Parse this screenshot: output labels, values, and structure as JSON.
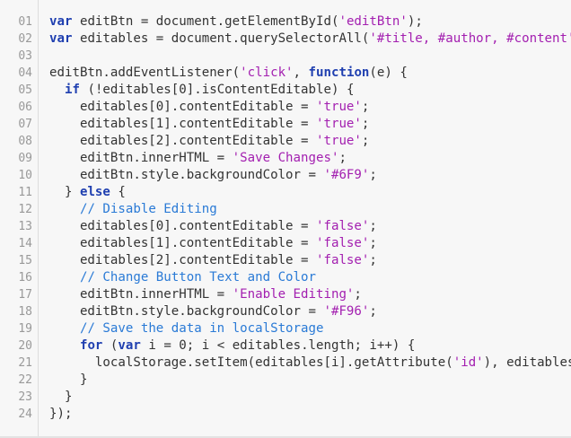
{
  "editor": {
    "lines": [
      {
        "num": "01",
        "tokens": [
          {
            "t": "kw",
            "v": "var"
          },
          {
            "t": "plain",
            "v": " editBtn = document.getElementById("
          },
          {
            "t": "str",
            "v": "'editBtn'"
          },
          {
            "t": "plain",
            "v": ");"
          }
        ]
      },
      {
        "num": "02",
        "tokens": [
          {
            "t": "kw",
            "v": "var"
          },
          {
            "t": "plain",
            "v": " editables = document.querySelectorAll("
          },
          {
            "t": "str",
            "v": "'#title, #author, #content'"
          },
          {
            "t": "plain",
            "v": ");"
          }
        ]
      },
      {
        "num": "03",
        "tokens": []
      },
      {
        "num": "04",
        "tokens": [
          {
            "t": "plain",
            "v": "editBtn.addEventListener("
          },
          {
            "t": "str",
            "v": "'click'"
          },
          {
            "t": "plain",
            "v": ", "
          },
          {
            "t": "kw",
            "v": "function"
          },
          {
            "t": "plain",
            "v": "(e) {"
          }
        ]
      },
      {
        "num": "05",
        "tokens": [
          {
            "t": "plain",
            "v": "  "
          },
          {
            "t": "kw",
            "v": "if"
          },
          {
            "t": "plain",
            "v": " (!editables[0].isContentEditable) {"
          }
        ]
      },
      {
        "num": "06",
        "tokens": [
          {
            "t": "plain",
            "v": "    editables[0].contentEditable = "
          },
          {
            "t": "str",
            "v": "'true'"
          },
          {
            "t": "plain",
            "v": ";"
          }
        ]
      },
      {
        "num": "07",
        "tokens": [
          {
            "t": "plain",
            "v": "    editables[1].contentEditable = "
          },
          {
            "t": "str",
            "v": "'true'"
          },
          {
            "t": "plain",
            "v": ";"
          }
        ]
      },
      {
        "num": "08",
        "tokens": [
          {
            "t": "plain",
            "v": "    editables[2].contentEditable = "
          },
          {
            "t": "str",
            "v": "'true'"
          },
          {
            "t": "plain",
            "v": ";"
          }
        ]
      },
      {
        "num": "09",
        "tokens": [
          {
            "t": "plain",
            "v": "    editBtn.innerHTML = "
          },
          {
            "t": "str",
            "v": "'Save Changes'"
          },
          {
            "t": "plain",
            "v": ";"
          }
        ]
      },
      {
        "num": "10",
        "tokens": [
          {
            "t": "plain",
            "v": "    editBtn.style.backgroundColor = "
          },
          {
            "t": "str",
            "v": "'#6F9'"
          },
          {
            "t": "plain",
            "v": ";"
          }
        ]
      },
      {
        "num": "11",
        "tokens": [
          {
            "t": "plain",
            "v": "  } "
          },
          {
            "t": "kw",
            "v": "else"
          },
          {
            "t": "plain",
            "v": " {"
          }
        ]
      },
      {
        "num": "12",
        "tokens": [
          {
            "t": "plain",
            "v": "    "
          },
          {
            "t": "com",
            "v": "// Disable Editing"
          }
        ]
      },
      {
        "num": "13",
        "tokens": [
          {
            "t": "plain",
            "v": "    editables[0].contentEditable = "
          },
          {
            "t": "str",
            "v": "'false'"
          },
          {
            "t": "plain",
            "v": ";"
          }
        ]
      },
      {
        "num": "14",
        "tokens": [
          {
            "t": "plain",
            "v": "    editables[1].contentEditable = "
          },
          {
            "t": "str",
            "v": "'false'"
          },
          {
            "t": "plain",
            "v": ";"
          }
        ]
      },
      {
        "num": "15",
        "tokens": [
          {
            "t": "plain",
            "v": "    editables[2].contentEditable = "
          },
          {
            "t": "str",
            "v": "'false'"
          },
          {
            "t": "plain",
            "v": ";"
          }
        ]
      },
      {
        "num": "16",
        "tokens": [
          {
            "t": "plain",
            "v": "    "
          },
          {
            "t": "com",
            "v": "// Change Button Text and Color"
          }
        ]
      },
      {
        "num": "17",
        "tokens": [
          {
            "t": "plain",
            "v": "    editBtn.innerHTML = "
          },
          {
            "t": "str",
            "v": "'Enable Editing'"
          },
          {
            "t": "plain",
            "v": ";"
          }
        ]
      },
      {
        "num": "18",
        "tokens": [
          {
            "t": "plain",
            "v": "    editBtn.style.backgroundColor = "
          },
          {
            "t": "str",
            "v": "'#F96'"
          },
          {
            "t": "plain",
            "v": ";"
          }
        ]
      },
      {
        "num": "19",
        "tokens": [
          {
            "t": "plain",
            "v": "    "
          },
          {
            "t": "com",
            "v": "// Save the data in localStorage"
          }
        ]
      },
      {
        "num": "20",
        "tokens": [
          {
            "t": "plain",
            "v": "    "
          },
          {
            "t": "kw",
            "v": "for"
          },
          {
            "t": "plain",
            "v": " ("
          },
          {
            "t": "kw",
            "v": "var"
          },
          {
            "t": "plain",
            "v": " i = 0; i < editables.length; i++) {"
          }
        ]
      },
      {
        "num": "21",
        "tokens": [
          {
            "t": "plain",
            "v": "      localStorage.setItem(editables[i].getAttribute("
          },
          {
            "t": "str",
            "v": "'id'"
          },
          {
            "t": "plain",
            "v": "), editables"
          }
        ]
      },
      {
        "num": "22",
        "tokens": [
          {
            "t": "plain",
            "v": "    }"
          }
        ]
      },
      {
        "num": "23",
        "tokens": [
          {
            "t": "plain",
            "v": "  }"
          }
        ]
      },
      {
        "num": "24",
        "tokens": [
          {
            "t": "plain",
            "v": "});"
          }
        ]
      }
    ]
  }
}
